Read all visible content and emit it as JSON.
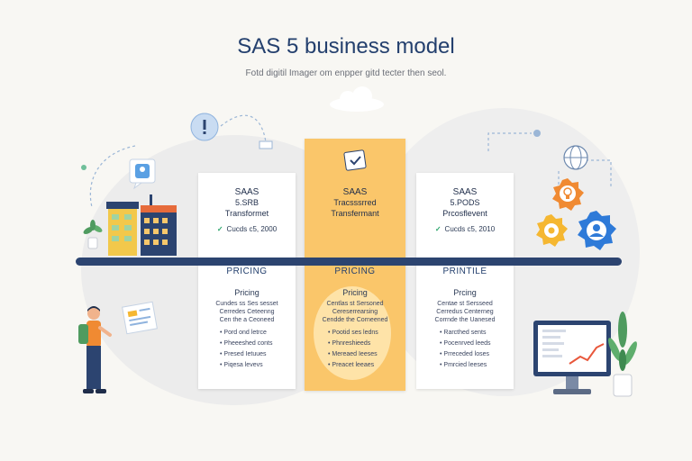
{
  "header": {
    "title": "SAS 5 business model",
    "subtitle": "Fotd digitil Imager om enpper gitd tecter then seol."
  },
  "cards": [
    {
      "plan_line1": "SAAS",
      "plan_line2": "5.SRB",
      "plan_line3": "Transformet",
      "check_text": "Cucds c5, 2000",
      "section_head": "PRICING",
      "sub_head": "Pricing",
      "desc": [
        "Cundes ss Ses sesset",
        "Cerredes Ceteenng",
        "Cen the a Ceoneed"
      ],
      "bullets": [
        "Pord ond letrce",
        "Pheeeshed conts",
        "Presed Ietuues",
        "Piqesa levevs"
      ]
    },
    {
      "plan_line1": "SAAS",
      "plan_line2": "Tracsssrred",
      "plan_line3": "Transfermant",
      "check_text": "",
      "section_head": "PRICING",
      "sub_head": "Pricing",
      "desc": [
        "Centlas st Sersoned",
        "Cereserrearsing",
        "Cendde the Corneened"
      ],
      "bullets": [
        "Pootid ses ledns",
        "Phnreshieeds",
        "Mereaed Ieeses",
        "Preacet leeaes"
      ]
    },
    {
      "plan_line1": "SAAS",
      "plan_line2": "5.PODS",
      "plan_line3": "Prcosflevent",
      "check_text": "Cucds c5, 2010",
      "section_head": "PRINTILE",
      "sub_head": "Prcing",
      "desc": [
        "Centae st Sersseed",
        "Cerredus Centerneg",
        "Corrnde the Uanesed"
      ],
      "bullets": [
        "Rarcthed sents",
        "Pocenrved leeds",
        "Prreceded loses",
        "Pmrcied leeses"
      ]
    }
  ],
  "colors": {
    "title": "#24406e",
    "timeline": "#2c4470",
    "featured": "#fac66a",
    "check": "#2aa56b",
    "accent_orange": "#f08a32",
    "accent_blue": "#2e7ad8"
  },
  "icons": [
    "info-icon",
    "chat-bubble-icon",
    "checkmark-badge-icon",
    "lightbulb-gear-icon",
    "person-gear-icon",
    "globe-icon",
    "monitor-chart-icon",
    "plant-icon",
    "person-figure-icon",
    "cloud-icon",
    "building-icon",
    "store-icon"
  ]
}
